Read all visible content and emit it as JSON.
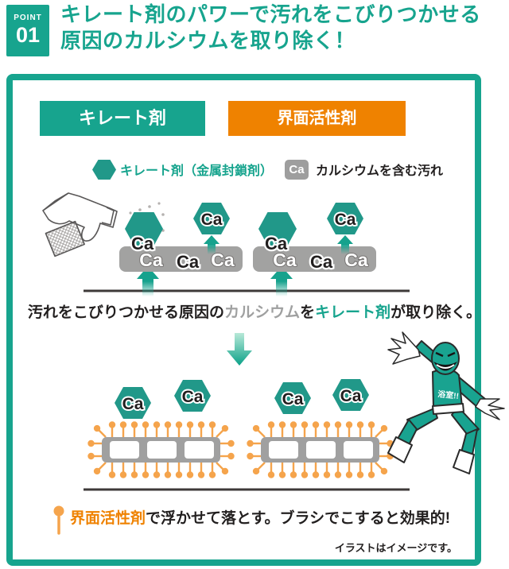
{
  "badge": {
    "label": "POINT",
    "number": "01"
  },
  "heading": {
    "line1": "キレート剤のパワーで汚れをこびりつかせる",
    "line2": "原因のカルシウムを取り除く！"
  },
  "headers": {
    "chelate": "キレート剤",
    "surfactant": "界面活性剤"
  },
  "legend": {
    "chelate": "キレート剤（金属封鎖剤）",
    "ca": "Ca",
    "calcium": "カルシウムを含む汚れ"
  },
  "labels": {
    "ca": "Ca"
  },
  "caption1": {
    "pre": "汚れをこびりつかせる原因の",
    "calcium": "カルシウム",
    "particle": "を",
    "chelate": "キレート剤",
    "post": "が取り除く。"
  },
  "caption2": {
    "surfactant": "界面活性剤",
    "rest": "で浮かせて落とす。ブラシでこすると効果的!"
  },
  "mascot": {
    "chest_text": "浴室!!"
  },
  "note": "イラストはイメージです。",
  "colors": {
    "teal": "#17a48e",
    "hex_teal": "#219889",
    "orange": "#ef8200",
    "pin_orange": "#f5a44c",
    "bar_gray": "#a2a2a1",
    "frame_gray": "#a0a0a0",
    "text_gray": "#9fa0a0",
    "text_black": "#221f1f",
    "floor_line": "#3e3a39"
  }
}
